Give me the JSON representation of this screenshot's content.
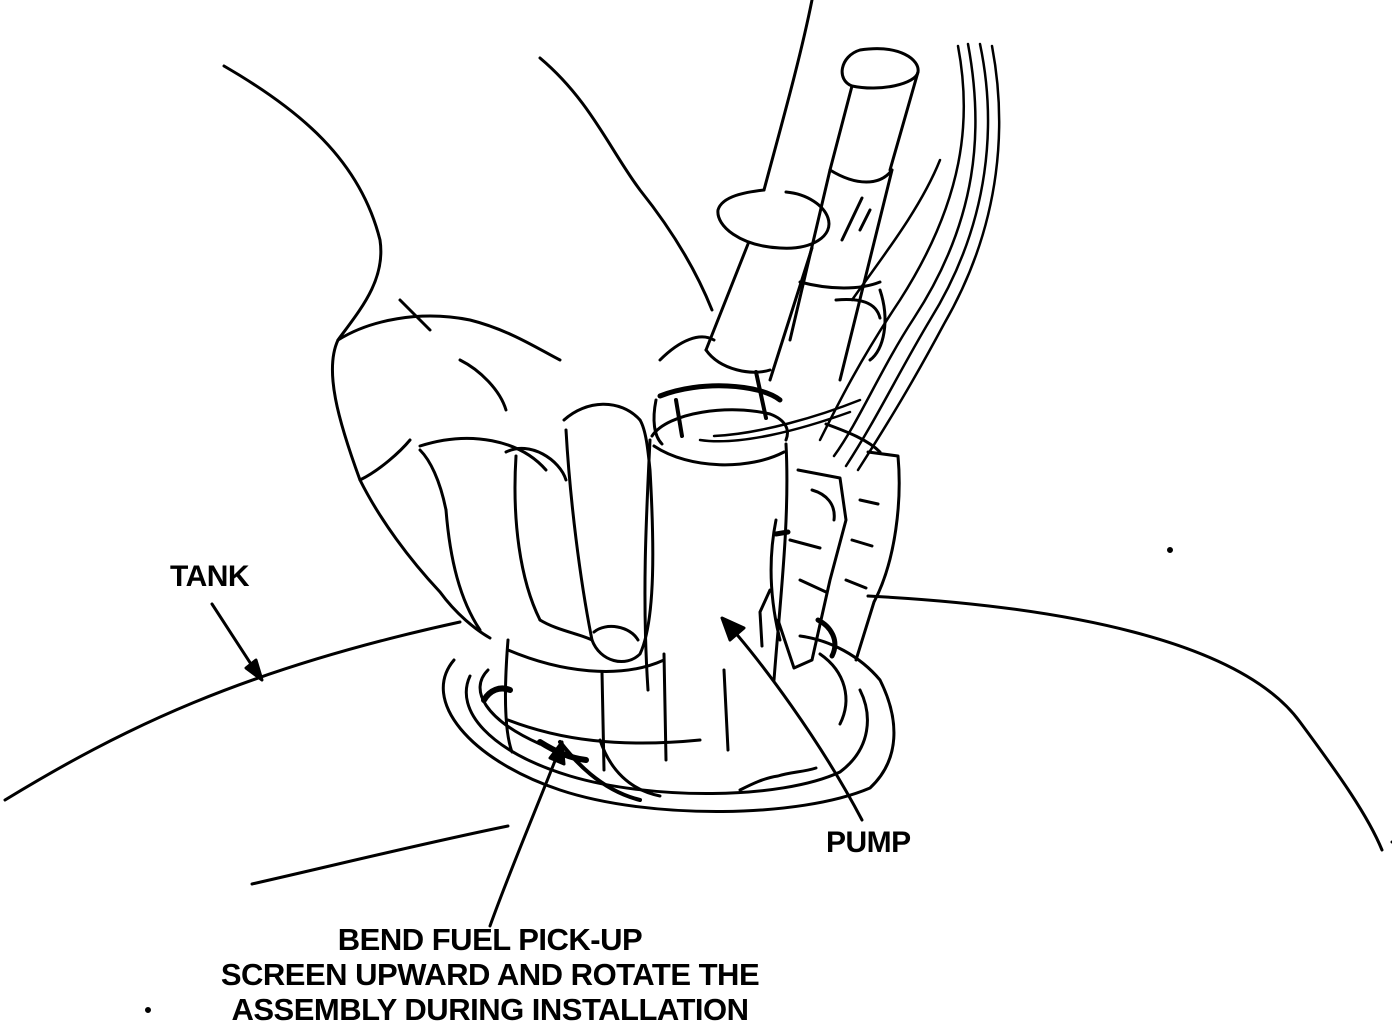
{
  "colors": {
    "ink": "#000000",
    "paper": "#ffffff"
  },
  "labels": {
    "tank": "TANK",
    "pump": "PUMP",
    "instruction_lines": [
      "BEND FUEL PICK-UP",
      "SCREEN UPWARD AND ROTATE THE",
      "ASSEMBLY DURING INSTALLATION"
    ]
  }
}
